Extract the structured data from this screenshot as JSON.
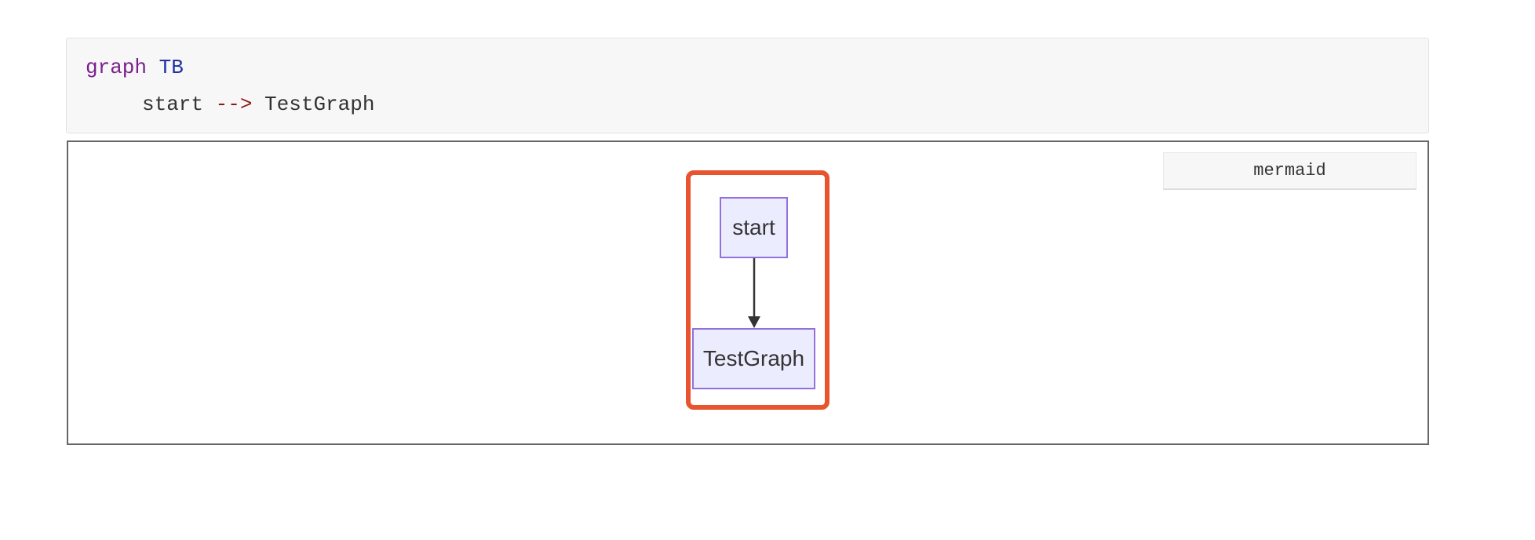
{
  "code": {
    "line1": {
      "keyword": "graph",
      "direction": "TB"
    },
    "line2": {
      "source": "start",
      "arrow": "-->",
      "target": "TestGraph"
    }
  },
  "preview": {
    "language_tag": "mermaid",
    "nodes": {
      "start": "start",
      "test_graph": "TestGraph"
    }
  },
  "colors": {
    "highlight": "#e8542e",
    "node_fill": "#ececff",
    "node_border": "#9370db",
    "keyword": "#7a1f8f",
    "direction": "#1f2fa8",
    "arrow": "#8b1a1a"
  }
}
